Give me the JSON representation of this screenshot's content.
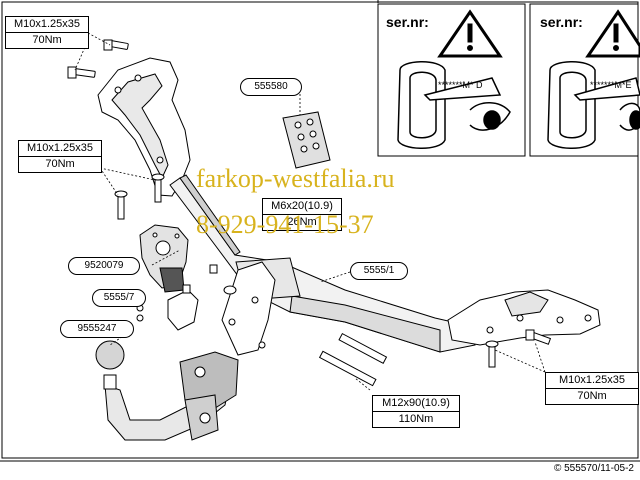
{
  "callouts": {
    "top_left": {
      "spec": "M10x1.25x35",
      "torque": "70Nm"
    },
    "mid_left": {
      "spec": "M10x1.25x35",
      "torque": "70Nm"
    },
    "center": {
      "spec": "M6x20(10.9)",
      "torque": "26Nm"
    },
    "bottom_center": {
      "spec": "M12x90(10.9)",
      "torque": "110Nm"
    },
    "bottom_right": {
      "spec": "M10x1.25x35",
      "torque": "70Nm"
    }
  },
  "parts": {
    "label_kit": "555580",
    "bracket": "9520079",
    "small_hw": "5555/7",
    "ball": "9555247",
    "crossbar": "5555/1"
  },
  "panels": {
    "left": {
      "title": "ser.nr:",
      "mark": "*******M* D"
    },
    "right": {
      "title": "ser.nr:",
      "mark": "*******M*E"
    }
  },
  "watermark": {
    "site": "farkop-westfalia.ru",
    "phone": "8-929-941-15-37"
  },
  "footer": "© 555570/11-05-2",
  "colors": {
    "watermark": "#d8b31e",
    "line": "#000000"
  }
}
